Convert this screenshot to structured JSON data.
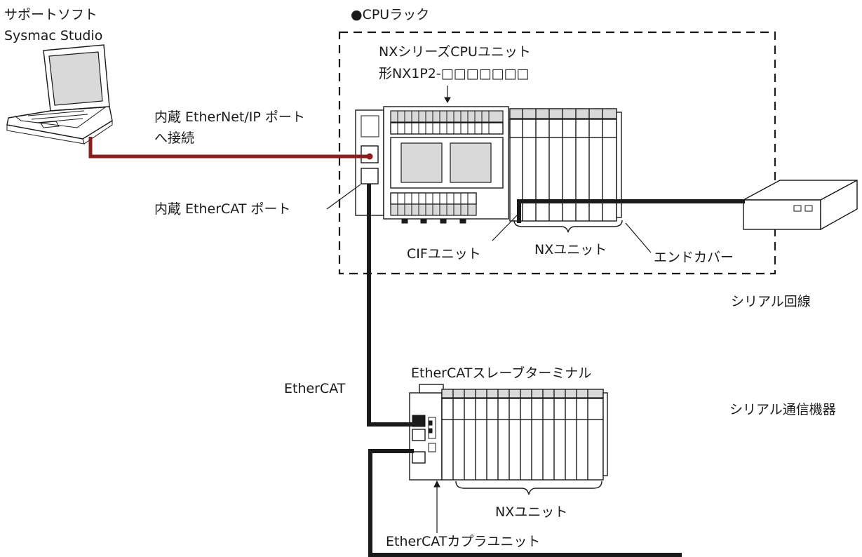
{
  "labels": {
    "software_line1": "サポートソフト",
    "software_line2": "Sysmac Studio",
    "cpu_rack": "●CPUラック",
    "cpu_unit_line1": "NXシリーズCPUユニット",
    "cpu_unit_line2": "形NX1P2-□□□□□□□",
    "ethernet_port_line1": "内蔵 EtherNet/IP ポート",
    "ethernet_port_line2": "へ接続",
    "ethercat_port": "内蔵 EtherCAT ポート",
    "cif_unit": "CIFユニット",
    "nx_unit_cpu": "NXユニット",
    "end_cover": "エンドカバー",
    "serial_line": "シリアル回線",
    "serial_device": "シリアル通信機器",
    "ethercat": "EtherCAT",
    "slave_terminal": "EtherCATスレーブターミナル",
    "nx_unit_slave": "NXユニット",
    "coupler_unit": "EtherCATカプラユニット"
  },
  "colors": {
    "ethernet_cable": "#8b1d1d",
    "ethercat_cable": "#1a1a1a",
    "line": "#1a1a1a"
  }
}
